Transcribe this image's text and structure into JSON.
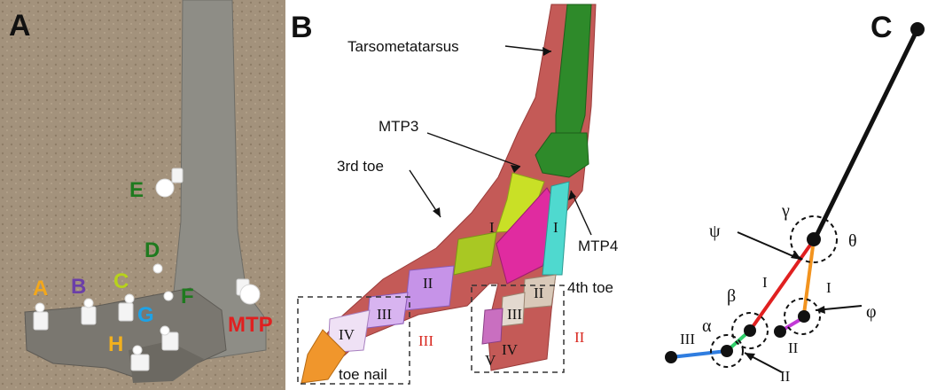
{
  "panels": {
    "a": {
      "label": "A",
      "markers": [
        {
          "id": "E",
          "text": "E",
          "color": "#1f7a1f"
        },
        {
          "id": "D",
          "text": "D",
          "color": "#1f7a1f"
        },
        {
          "id": "C",
          "text": "C",
          "color": "#b7d21c"
        },
        {
          "id": "F",
          "text": "F",
          "color": "#1f7a1f"
        },
        {
          "id": "A",
          "text": "A",
          "color": "#f2a71c"
        },
        {
          "id": "B",
          "text": "B",
          "color": "#6b3fa8"
        },
        {
          "id": "G",
          "text": "G",
          "color": "#1ea2e6"
        },
        {
          "id": "H",
          "text": "H",
          "color": "#f2b01e"
        },
        {
          "id": "MTP",
          "text": "MTP",
          "color": "#e02020"
        }
      ]
    },
    "b": {
      "label": "B",
      "labels": {
        "tarsometatarsus": "Tarsometatarsus",
        "mtp3": "MTP3",
        "third_toe": "3rd toe",
        "mtp4": "MTP4",
        "fourth_toe": "4th toe",
        "toe_nail": "toe nail"
      },
      "phalanges": {
        "t3_1": "I",
        "t3_2": "II",
        "t3_3": "III",
        "t3_4": "IV",
        "t4_1": "I",
        "t4_2": "II",
        "t4_3": "III",
        "t4_4": "IV",
        "t4_5": "V",
        "toe3_red": "III",
        "toe4_red": "II"
      }
    },
    "c": {
      "label": "C",
      "angles": {
        "psi": "ψ",
        "gamma": "γ",
        "theta": "θ",
        "beta": "β",
        "phi": "φ",
        "alpha": "α"
      },
      "segments": {
        "red_I": "I",
        "orange_I": "I",
        "purple_II": "II",
        "green_II": "II",
        "blue_III": "III"
      }
    }
  },
  "colors": {
    "red": "#e02020",
    "orange": "#f2931e",
    "purple": "#c23ad6",
    "green": "#2fcf6a",
    "blue": "#2f7de0"
  }
}
